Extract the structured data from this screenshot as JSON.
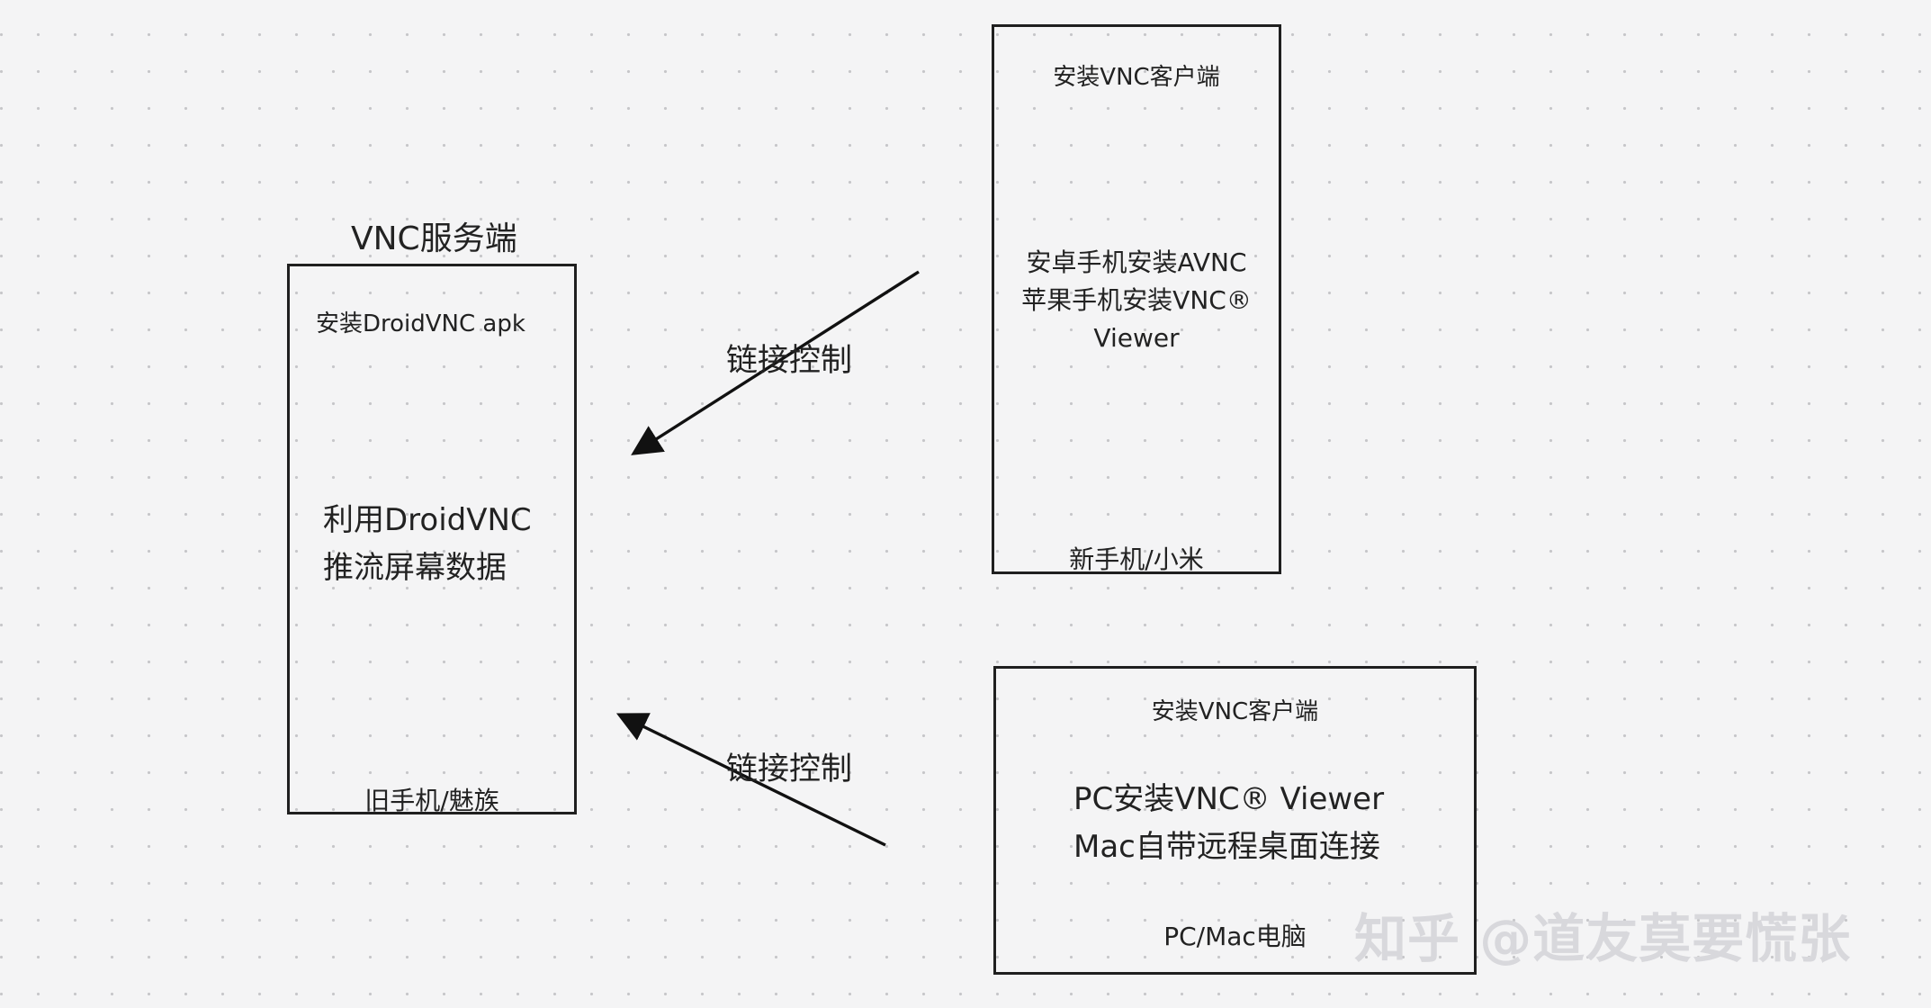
{
  "server": {
    "heading": "VNC服务端",
    "install": "安装DroidVNC apk",
    "desc": [
      "利用DroidVNC",
      "推流屏幕数据"
    ],
    "device": "旧手机/魅族"
  },
  "phone_client": {
    "install": "安装VNC客户端",
    "desc": [
      "安卓手机安装AVNC",
      "苹果手机安装VNC®",
      "Viewer"
    ],
    "device": "新手机/小米"
  },
  "pc_client": {
    "install": "安装VNC客户端",
    "desc": [
      "PC安装VNC® Viewer",
      "Mac自带远程桌面连接"
    ],
    "device": "PC/Mac电脑"
  },
  "connections": [
    {
      "label": "链接控制"
    },
    {
      "label": "链接控制"
    }
  ],
  "watermark": "知乎 @道友莫要慌张"
}
